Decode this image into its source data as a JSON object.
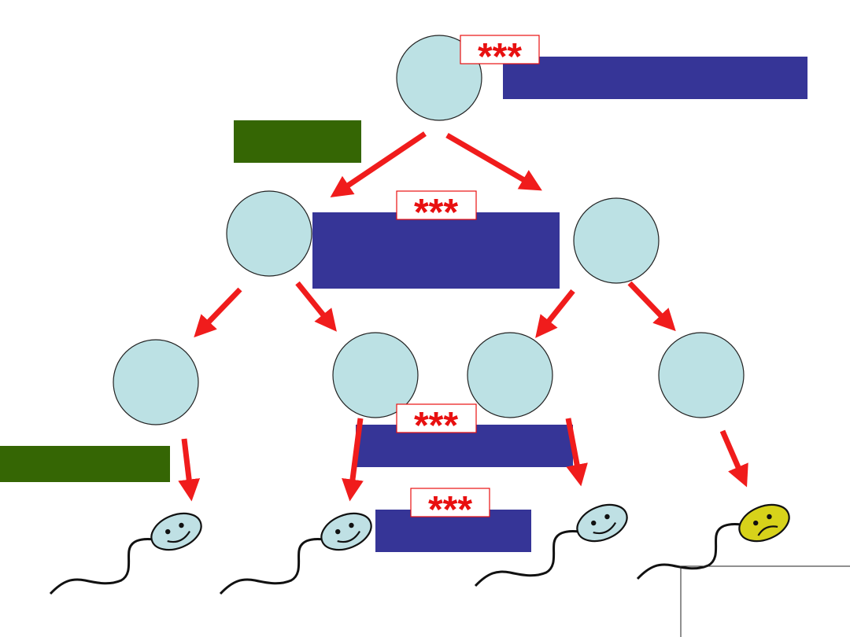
{
  "stars": {
    "top": "***",
    "middle": "***",
    "lower": "***",
    "bottom": "***"
  },
  "colors": {
    "circle_fill": "#bce1e4",
    "circle_stroke": "#222222",
    "arrow": "#f01c1c",
    "blue_box": "#363597",
    "green_box": "#356604",
    "star_text": "#e81010",
    "star_border": "#e81010",
    "happy_face": "#bfe0e4",
    "sad_face": "#d7d21a"
  },
  "faces": [
    "happy-face",
    "happy-face",
    "happy-face",
    "sad-face"
  ]
}
